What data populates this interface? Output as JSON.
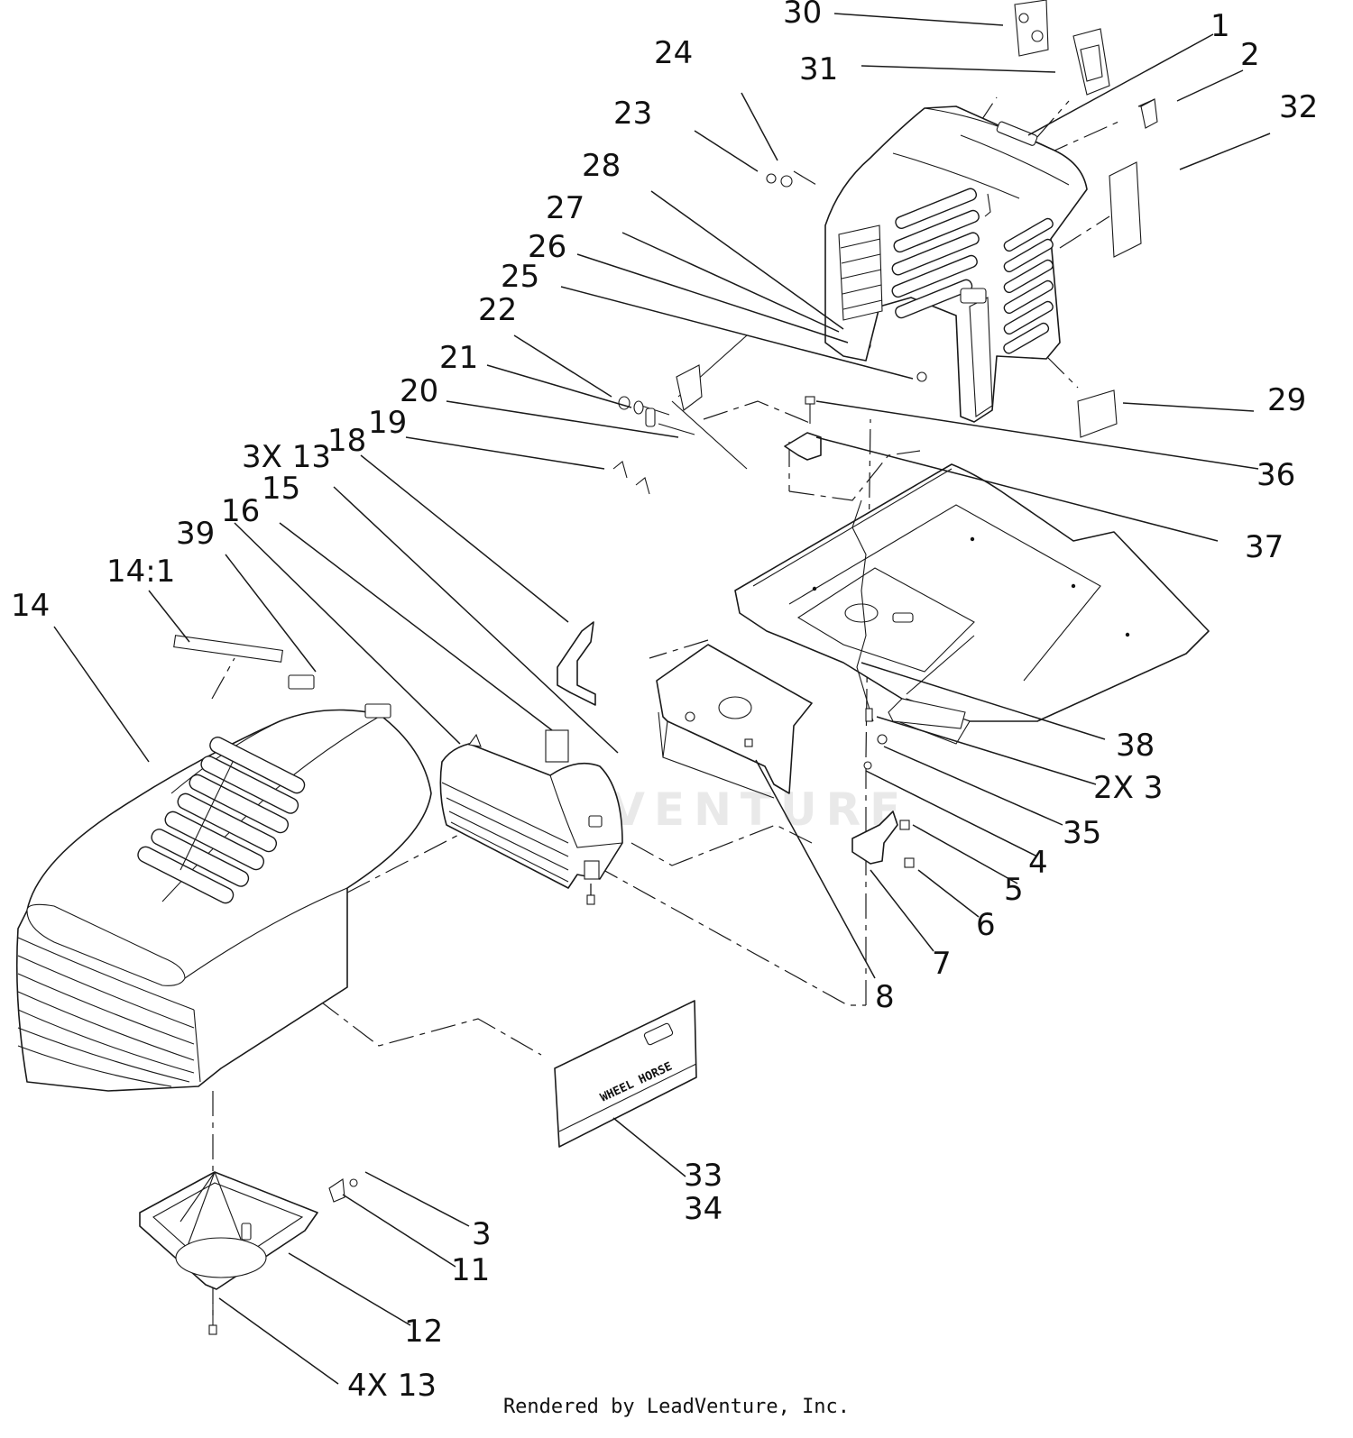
{
  "footer": {
    "credit": "Rendered by LeadVenture, Inc."
  },
  "watermark": {
    "text": "LEADVENTURE"
  },
  "decal": {
    "brand_text": "WHEEL HORSE"
  },
  "callouts": [
    {
      "id": "c1",
      "label": "1"
    },
    {
      "id": "c2",
      "label": "2"
    },
    {
      "id": "c3",
      "label": "3"
    },
    {
      "id": "c4",
      "label": "4"
    },
    {
      "id": "c5",
      "label": "5"
    },
    {
      "id": "c6",
      "label": "6"
    },
    {
      "id": "c7",
      "label": "7"
    },
    {
      "id": "c8",
      "label": "8"
    },
    {
      "id": "c11",
      "label": "11"
    },
    {
      "id": "c12",
      "label": "12"
    },
    {
      "id": "c14",
      "label": "14"
    },
    {
      "id": "c14_1",
      "label": "14:1"
    },
    {
      "id": "c15",
      "label": "15"
    },
    {
      "id": "c16",
      "label": "16"
    },
    {
      "id": "c18",
      "label": "18"
    },
    {
      "id": "c19",
      "label": "19"
    },
    {
      "id": "c20",
      "label": "20"
    },
    {
      "id": "c21",
      "label": "21"
    },
    {
      "id": "c22",
      "label": "22"
    },
    {
      "id": "c23",
      "label": "23"
    },
    {
      "id": "c24",
      "label": "24"
    },
    {
      "id": "c25",
      "label": "25"
    },
    {
      "id": "c26",
      "label": "26"
    },
    {
      "id": "c27",
      "label": "27"
    },
    {
      "id": "c28",
      "label": "28"
    },
    {
      "id": "c29",
      "label": "29"
    },
    {
      "id": "c30",
      "label": "30"
    },
    {
      "id": "c31",
      "label": "31"
    },
    {
      "id": "c32",
      "label": "32"
    },
    {
      "id": "c33",
      "label": "33"
    },
    {
      "id": "c34",
      "label": "34"
    },
    {
      "id": "c35",
      "label": "35"
    },
    {
      "id": "c36",
      "label": "36"
    },
    {
      "id": "c37",
      "label": "37"
    },
    {
      "id": "c38",
      "label": "38"
    },
    {
      "id": "c39",
      "label": "39"
    },
    {
      "id": "c3x13",
      "label": "3X 13"
    },
    {
      "id": "c2x3",
      "label": "2X 3"
    },
    {
      "id": "c4x13",
      "label": "4X 13"
    }
  ]
}
